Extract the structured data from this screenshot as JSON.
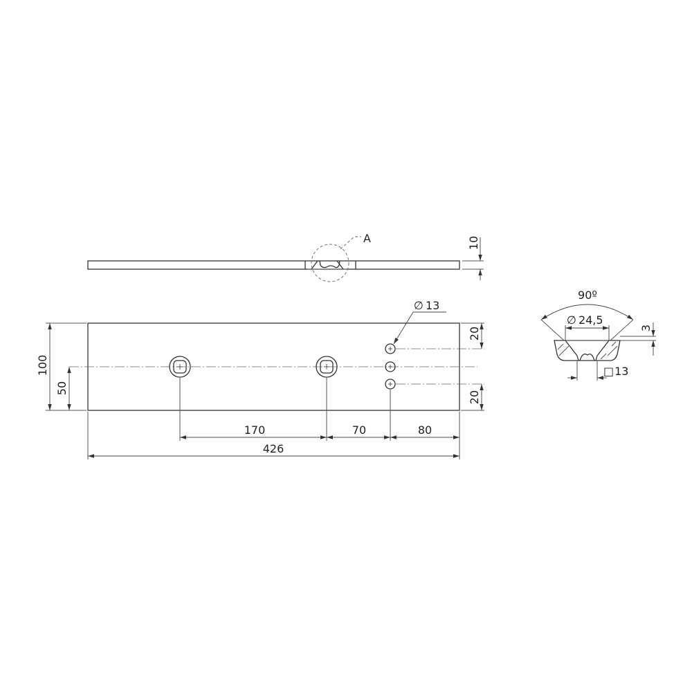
{
  "drawing": {
    "detail_callout": "A",
    "thickness": "10",
    "width_total": "100",
    "center_height": "50",
    "hole_diameter": "13",
    "edge_offset_top": "20",
    "edge_offset_bottom": "20",
    "spacing_1": "170",
    "spacing_2": "70",
    "spacing_3": "80",
    "length_total": "426",
    "detail": {
      "angle": "90º",
      "counterbore_diameter": "24,5",
      "depth": "3",
      "square_hole": "13",
      "diameter_symbol": "∅",
      "square_symbol": "□"
    }
  }
}
